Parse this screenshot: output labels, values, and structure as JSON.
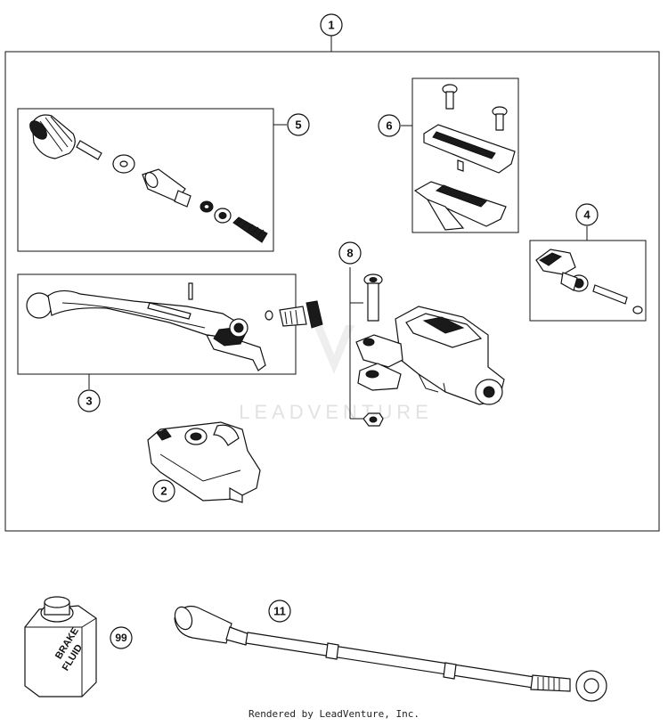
{
  "callouts": [
    "1",
    "2",
    "3",
    "4",
    "5",
    "6",
    "8",
    "11",
    "99"
  ],
  "brake_can": {
    "line1": "BRAKE",
    "line2": "FLUID"
  },
  "watermark": "LEADVENTURE",
  "footer": "Rendered by LeadVenture, Inc."
}
